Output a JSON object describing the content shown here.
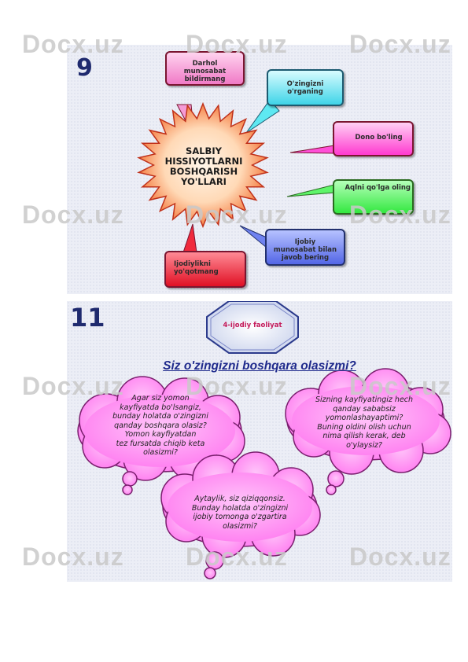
{
  "watermark": "Docx.uz",
  "slide1": {
    "number": "9",
    "center_lines": [
      "SALBIY",
      "HISSIYOTLARNI",
      "BOSHQARISH",
      "YO'LLARI"
    ],
    "boxes": {
      "darhol": "Darhol munosabat bildirmang",
      "ozingizni": "O'zingizni o'rganing",
      "dono": "Dono bo'ling",
      "aqlni": "Aqlni qo'lga oling",
      "ijobiy": "Ijobiy munosabat bilan javob bering",
      "ijodiylikni": "Ijodiylikni yo'qotmang"
    },
    "colors": {
      "darhol": "#f59bd6",
      "ozingizni": "#5ee8f2",
      "dono": "#ff4fd8",
      "aqlni": "#5ff56a",
      "ijobiy": "#6f82f0",
      "ijodiylikni": "#f02a3c"
    }
  },
  "slide2": {
    "number": "11",
    "badge": "4-ijodiy faoliyat",
    "title": "Siz o'zingizni boshqara olasizmi?",
    "clouds": {
      "left": [
        "Agar  siz yomon",
        "kayfiyatda  bo'lsangiz,",
        "bunday holatda  o'zingizni",
        "qanday boshqara olasiz?",
        "Yomon kayfiyatdan",
        "tez fursatda chiqib keta",
        "olasizmi?"
      ],
      "right": [
        "Sizning kayfiyatingiz  hech",
        "qanday sababsiz",
        "yomonlashayaptimi?",
        "Buning oldini olish uchun",
        "nima qilish kerak, deb",
        "o'ylaysiz?"
      ],
      "bottom": [
        "Aytaylik, siz qiziqqonsiz.",
        "Bunday holatda o'zingizni",
        "ijobiy tomonga o'zgartira",
        "olasizmi?"
      ]
    },
    "cloud_color": "#ff8cf4"
  }
}
